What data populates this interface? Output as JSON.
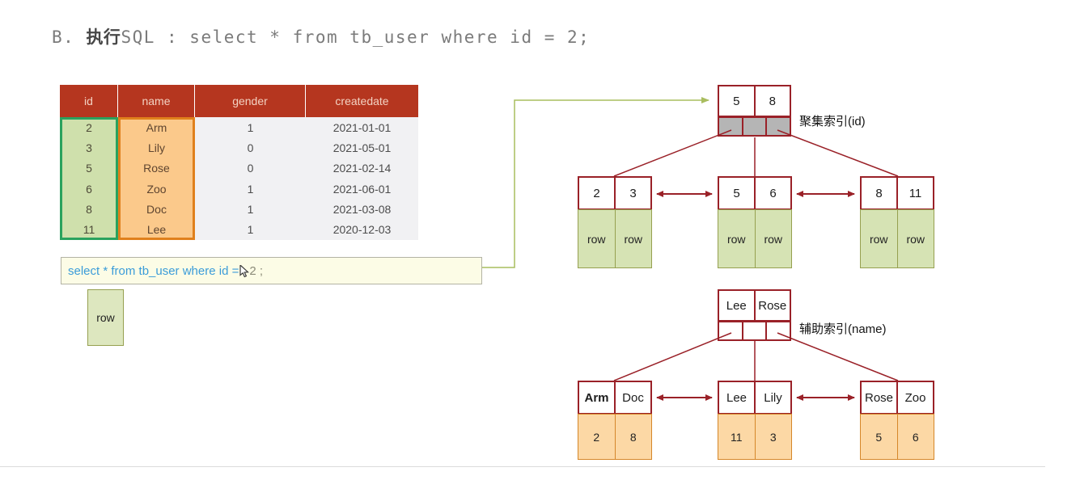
{
  "title": {
    "part1": "B. ",
    "part2": "执行",
    "part3": "SQL : select * from tb_user where id = 2;"
  },
  "datatable": {
    "headers": [
      "id",
      "name",
      "gender",
      "createdate"
    ],
    "rows": [
      [
        "2",
        "Arm",
        "1",
        "2021-01-01"
      ],
      [
        "3",
        "Lily",
        "0",
        "2021-05-01"
      ],
      [
        "5",
        "Rose",
        "0",
        "2021-02-14"
      ],
      [
        "6",
        "Zoo",
        "1",
        "2021-06-01"
      ],
      [
        "8",
        "Doc",
        "1",
        "2021-03-08"
      ],
      [
        "11",
        "Lee",
        "1",
        "2020-12-03"
      ]
    ]
  },
  "sql_box": {
    "before_cursor": "select * from tb_user where id =",
    "after_cursor": "2 ;"
  },
  "stray_row_label": "row",
  "clustered_index": {
    "label": "聚集索引(id)",
    "root_keys": [
      "5",
      "8"
    ],
    "leaves": [
      {
        "keys": [
          "2",
          "3"
        ],
        "values": [
          "row",
          "row"
        ]
      },
      {
        "keys": [
          "5",
          "6"
        ],
        "values": [
          "row",
          "row"
        ]
      },
      {
        "keys": [
          "8",
          "11"
        ],
        "values": [
          "row",
          "row"
        ]
      }
    ]
  },
  "secondary_index": {
    "label": "辅助索引(name)",
    "root_keys": [
      "Lee",
      "Rose"
    ],
    "leaves": [
      {
        "keys": [
          "Arm",
          "Doc"
        ],
        "values": [
          "2",
          "8"
        ]
      },
      {
        "keys": [
          "Lee",
          "Lily"
        ],
        "values": [
          "11",
          "3"
        ]
      },
      {
        "keys": [
          "Rose",
          "Zoo"
        ],
        "values": [
          "5",
          "6"
        ]
      }
    ]
  },
  "colors": {
    "header_red": "#b5361f",
    "id_column_green": "#cfe0ac",
    "id_outline_green": "#2aa25e",
    "name_column_orange": "#fbc98b",
    "name_outline_orange": "#e0801c",
    "tree_dark_red": "#9a2128",
    "pointer_gray": "#b5b5b5",
    "leaf_row_green": "#d6e3b4",
    "leaf_value_orange": "#fcd8a5",
    "connector_olive": "#a9bd5f",
    "sql_text_blue": "#3b9cd9",
    "sql_box_yellow": "#fcfce6"
  }
}
